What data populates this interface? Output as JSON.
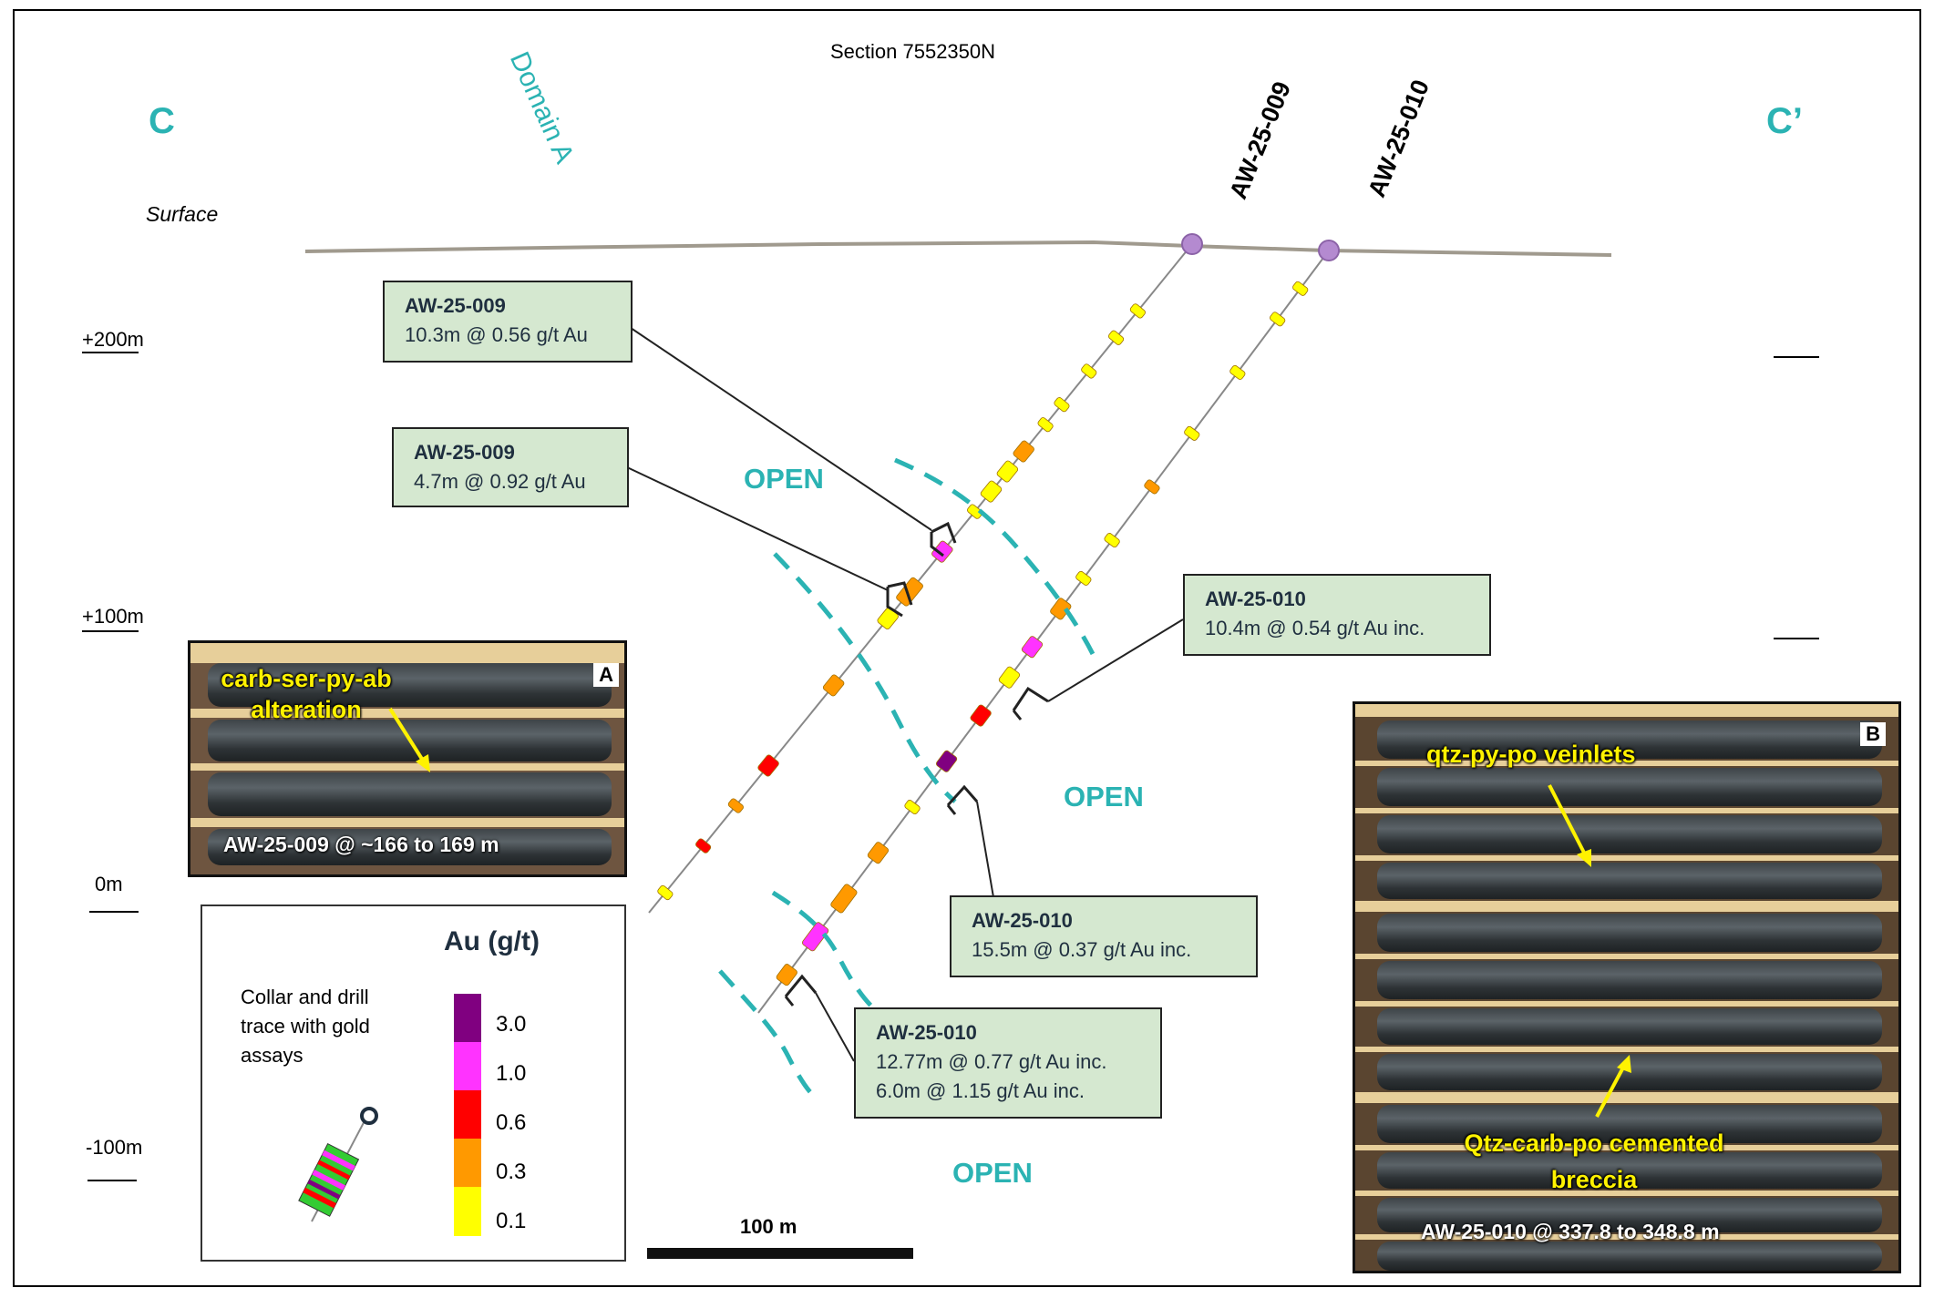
{
  "section_title": "Section 7552350N",
  "end_left": "C",
  "end_right": "C’",
  "domain_label": "Domain A",
  "surface_label": "Surface",
  "holes": [
    "AW-25-009",
    "AW-25-010"
  ],
  "elevations": [
    "+200m",
    "+100m",
    "0m",
    "-100m"
  ],
  "open_label": "OPEN",
  "callouts": [
    {
      "title": "AW-25-009",
      "lines": [
        "10.3m @ 0.56 g/t Au"
      ]
    },
    {
      "title": "AW-25-009",
      "lines": [
        "4.7m @ 0.92 g/t Au"
      ]
    },
    {
      "title": "AW-25-010",
      "lines": [
        "10.4m @ 0.54 g/t Au inc."
      ]
    },
    {
      "title": "AW-25-010",
      "lines": [
        "15.5m @ 0.37 g/t Au inc."
      ]
    },
    {
      "title": "AW-25-010",
      "lines": [
        "12.77m @ 0.77 g/t Au inc.",
        "6.0m @ 1.15 g/t Au inc."
      ]
    }
  ],
  "photo_a": {
    "letter": "A",
    "label": "carb-ser-py-ab alteration",
    "caption": "AW-25-009 @ ~166 to 169 m"
  },
  "photo_b": {
    "letter": "B",
    "label_top": "qtz-py-po veinlets",
    "label_bottom": "Qtz-carb-po cemented breccia",
    "caption": "AW-25-010 @ 337.8 to 348.8 m"
  },
  "legend": {
    "title": "Au (g/t)",
    "description": "Collar and drill trace with gold assays",
    "bins": [
      {
        "value": "3.0",
        "color": "#800080"
      },
      {
        "value": "1.0",
        "color": "#ff33ff"
      },
      {
        "value": "0.6",
        "color": "#ff0000"
      },
      {
        "value": "0.3",
        "color": "#ff9900"
      },
      {
        "value": "0.1",
        "color": "#ffff00"
      }
    ]
  },
  "scale_bar": "100 m",
  "colors": {
    "accent": "#2bb3b3",
    "callout_bg": "#d5e8d0",
    "collar": "#b48ad0",
    "photo_text": "#fff200"
  }
}
